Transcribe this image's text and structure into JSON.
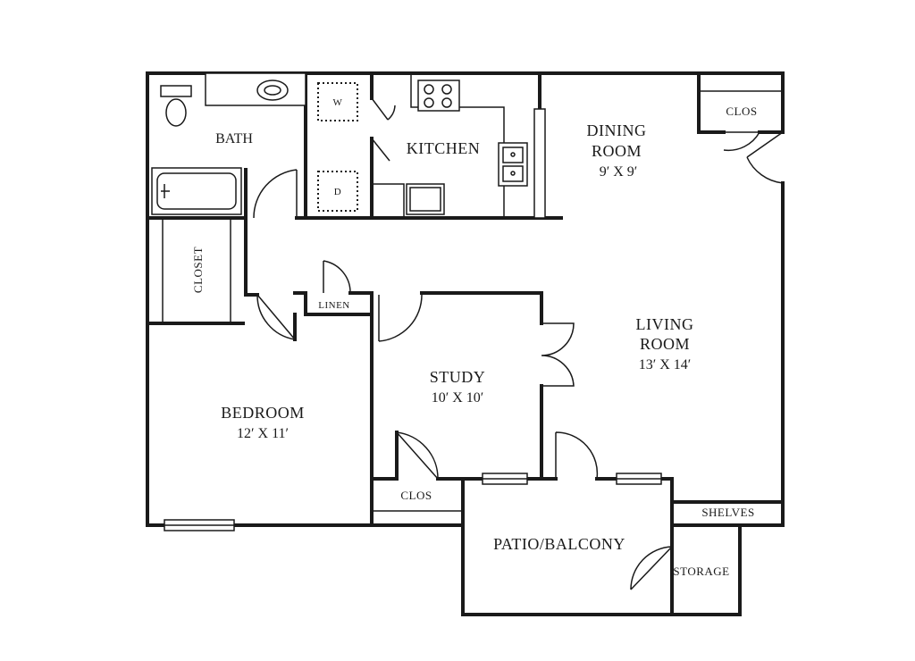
{
  "plan": {
    "rooms": {
      "bath": "BATH",
      "kitchen": "KITCHEN",
      "dining_name_1": "DINING",
      "dining_name_2": "ROOM",
      "dining_size": "9′ X 9′",
      "clos_top": "CLOS",
      "closet": "CLOSET",
      "linen": "LINEN",
      "living_name_1": "LIVING",
      "living_name_2": "ROOM",
      "living_size": "13′ X 14′",
      "study_name": "STUDY",
      "study_size": "10′ X 10′",
      "bedroom_name": "BEDROOM",
      "bedroom_size": "12′ X 11′",
      "clos_study": "CLOS",
      "patio": "PATIO/BALCONY",
      "shelves": "SHELVES",
      "storage": "STORAGE"
    },
    "appliances": {
      "washer": "W",
      "dryer": "D"
    }
  }
}
